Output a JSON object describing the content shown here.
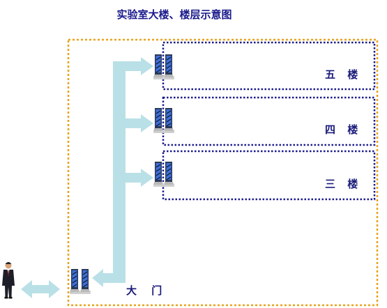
{
  "diagram": {
    "title": "实验室大楼、楼层示意图",
    "floors": [
      {
        "label": "五 楼"
      },
      {
        "label": "四 楼"
      },
      {
        "label": "三 楼"
      }
    ],
    "entrance": {
      "label": "大 门"
    },
    "icons": {
      "gate": "security-gate-icon",
      "person": "person-icon",
      "arrow": "double-arrow-icon"
    },
    "colors": {
      "building_border": "#e8a31c",
      "floor_border": "#1a1a8c",
      "corridor": "#b9e0e6",
      "text": "#1a1a7a"
    }
  }
}
